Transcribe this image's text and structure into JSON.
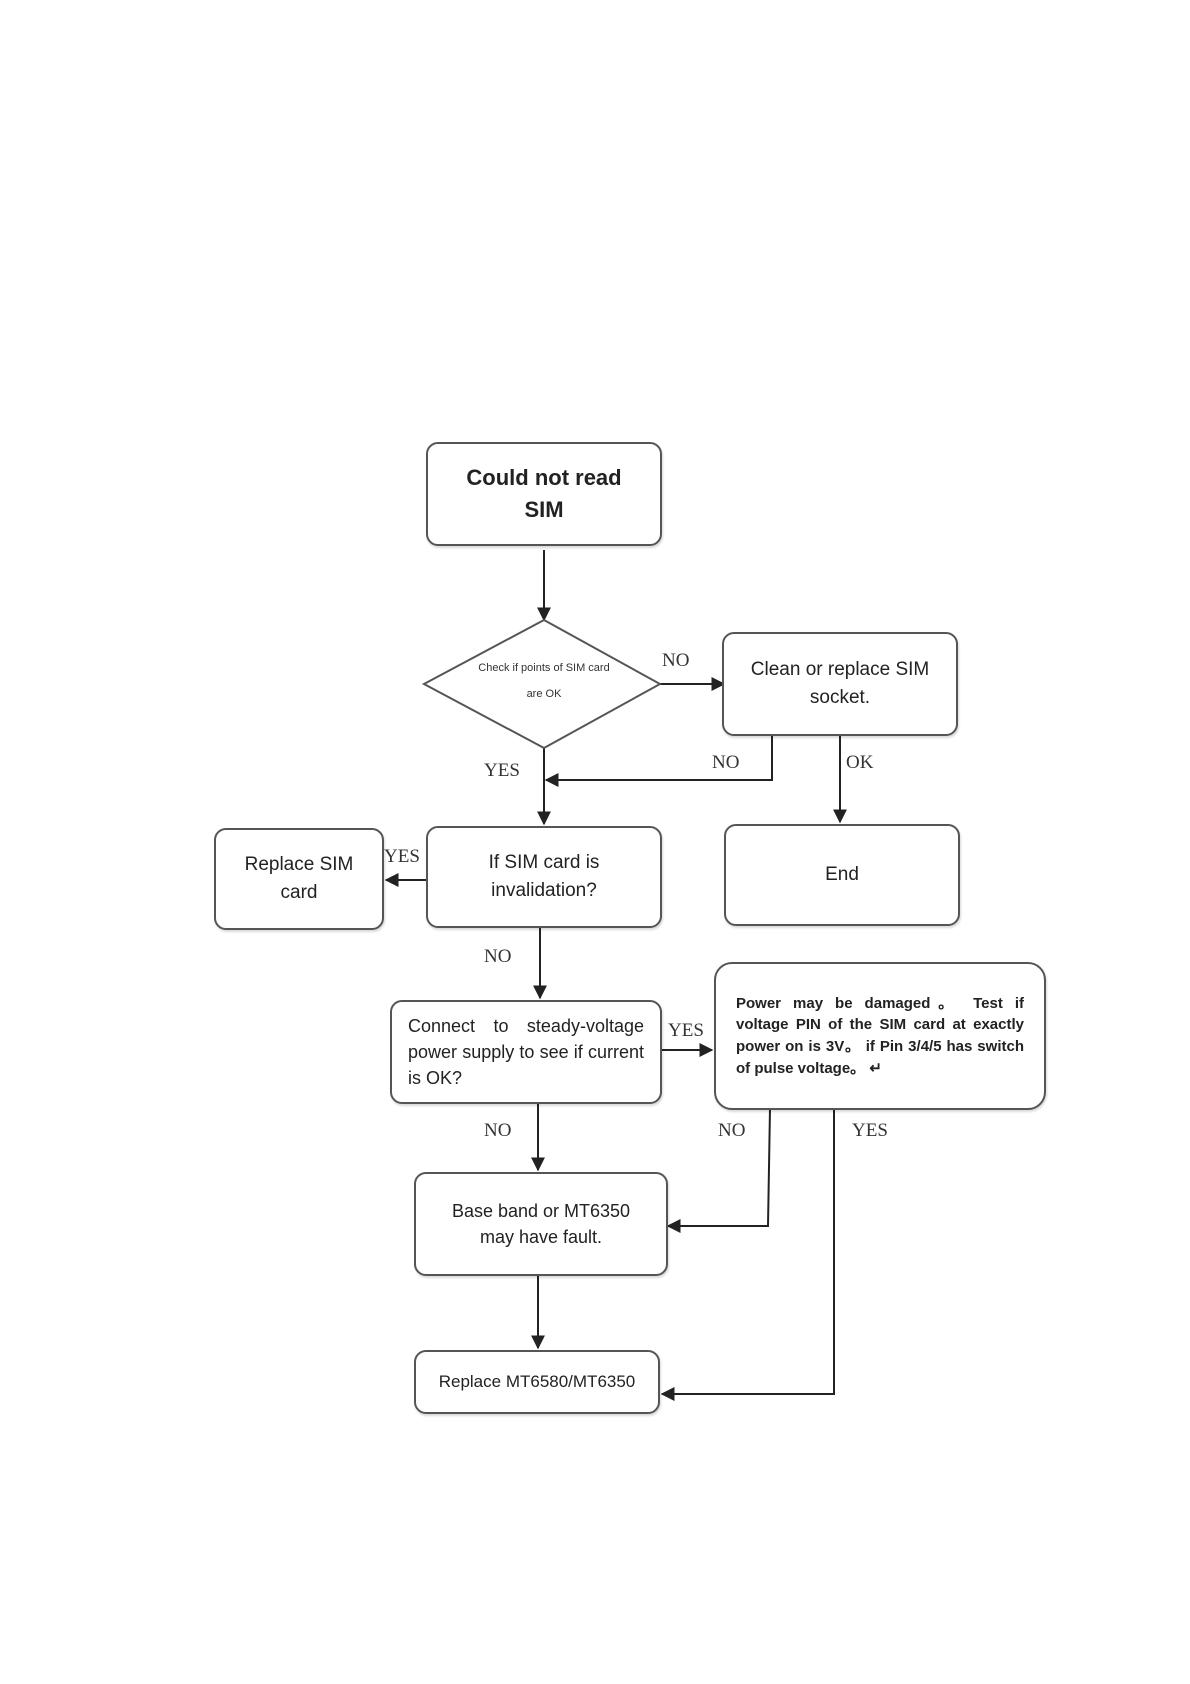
{
  "nodes": {
    "start": "Could not read SIM",
    "check": "Check if points of SIM card are OK",
    "clean": "Clean or replace SIM socket.",
    "invalid": "If SIM card is invalidation?",
    "replace_sim": "Replace SIM card",
    "end": "End",
    "connect": "Connect to steady-voltage power supply to see if current is OK?",
    "power": "Power may be damaged。 Test if voltage PIN of the SIM card at exactly power on is 3V。 if Pin 3/4/5 has switch of pulse voltage。 ↵",
    "baseband": "Base band or MT6350 may have fault.",
    "replace_mt": "Replace MT6580/MT6350"
  },
  "edge_labels": {
    "check_no": "NO",
    "check_yes": "YES",
    "clean_no": "NO",
    "clean_ok": "OK",
    "invalid_yes": "YES",
    "invalid_no": "NO",
    "connect_yes": "YES",
    "connect_no": "NO",
    "power_no": "NO",
    "power_yes": "YES"
  }
}
